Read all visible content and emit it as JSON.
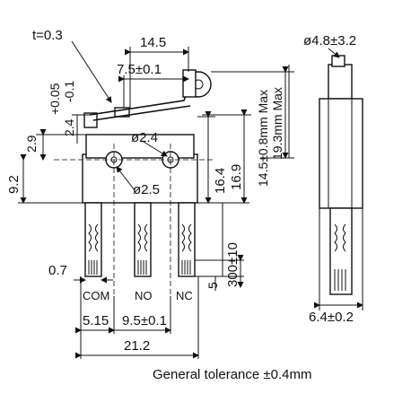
{
  "dimensions": {
    "t": "t=0.3",
    "width_14_5": "14.5",
    "width_7_5": "7.5±0.1",
    "h_0_05": "+0.05",
    "h_0_1": "-0.1",
    "h_2_4": "2.4",
    "h_2_9": "2.9",
    "h_9_2": "9.2",
    "hole_2_4": "ø2.4",
    "hole_2_5": "ø2.5",
    "h_16_4": "16.4",
    "h_16_9": "16.9",
    "h_14_5": "14.5±0.8mm Max",
    "h_19_3": "19.3mm Max",
    "roller": "ø4.8±3.2",
    "lead_300": "300±10",
    "strip_5": "5",
    "pin_0_7": "0.7",
    "pitch_5_15": "5.15",
    "pitch_9_5": "9.5±0.1",
    "width_21_2": "21.2",
    "side_6_4": "6.4±0.2"
  },
  "pins": {
    "com": "COM",
    "no": "NO",
    "nc": "NC"
  },
  "note": "General tolerance ±0.4mm"
}
